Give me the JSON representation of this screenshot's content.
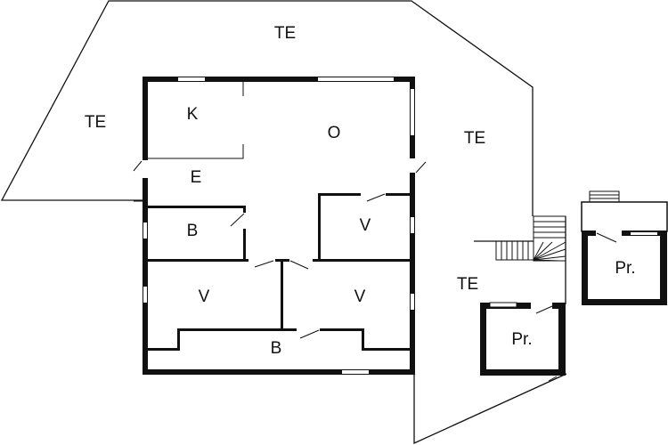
{
  "colors": {
    "wall": "#111111",
    "background": "#ffffff",
    "window": "#ffffff"
  },
  "rooms": {
    "terrace_top": "TE",
    "terrace_left": "TE",
    "terrace_right": "TE",
    "terrace_bottom": "TE",
    "kitchen": "K",
    "living": "O",
    "entrance": "E",
    "bath_small": "B",
    "bedroom_right": "V",
    "bedroom_left": "V",
    "bedroom_middle": "V",
    "bath_large": "B",
    "storage_lower": "Pr.",
    "storage_right": "Pr."
  }
}
